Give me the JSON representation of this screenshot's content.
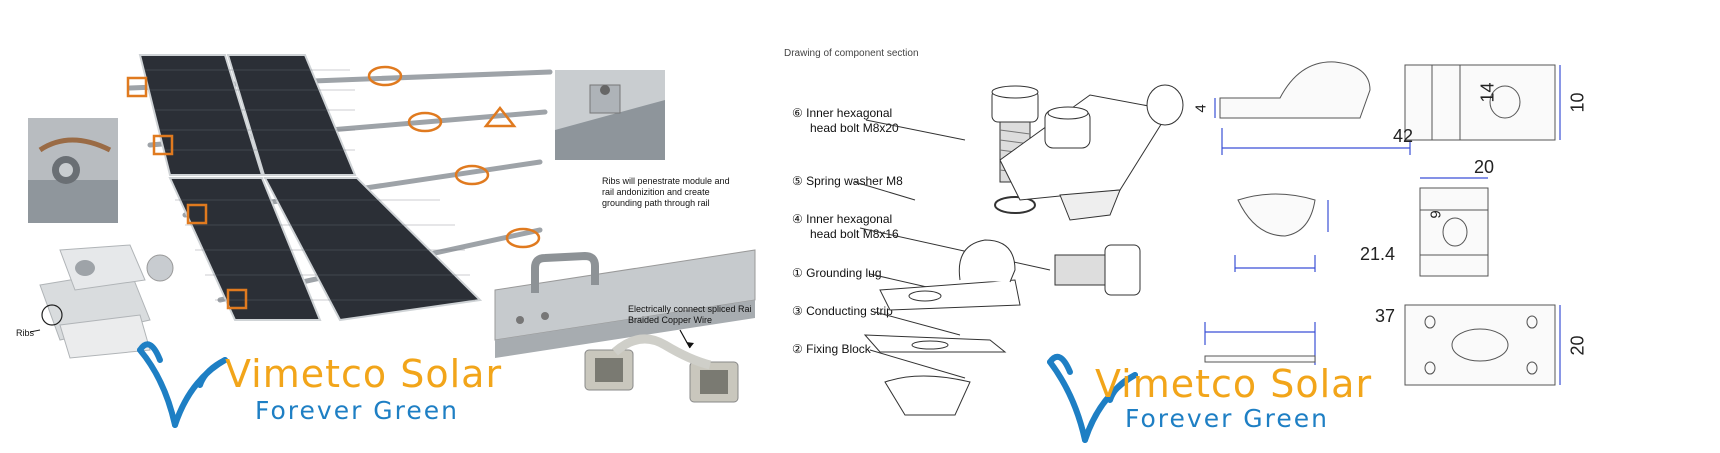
{
  "left_panel": {
    "ribs_label": "Ribs",
    "ribs_note": [
      "Ribs will penestrate module and",
      "rail andonizition and create",
      "grounding path through rail"
    ],
    "copper_note": [
      "Electrically connect spliced Rai",
      "Braided Copper Wire"
    ]
  },
  "right_panel": {
    "section_title": "Drawing of component section",
    "parts": [
      {
        "num": "⑥",
        "text_line1": "Inner hexagonal",
        "text_line2": "head bolt M8x20"
      },
      {
        "num": "⑤",
        "text_line1": "Spring washer M8",
        "text_line2": ""
      },
      {
        "num": "④",
        "text_line1": "Inner hexagonal",
        "text_line2": "head bolt M8x16"
      },
      {
        "num": "①",
        "text_line1": "Grounding lug",
        "text_line2": ""
      },
      {
        "num": "③",
        "text_line1": "Conducting strip",
        "text_line2": ""
      },
      {
        "num": "②",
        "text_line1": "Fixing Block",
        "text_line2": ""
      }
    ],
    "dimensions": {
      "lug_height": "14",
      "lug_thickness": "4",
      "lug_length": "42",
      "block_height": "9",
      "block_width": "21.4",
      "strip_length": "37",
      "top_view_height": "10",
      "mid_view_width": "20",
      "bottom_view_height": "20"
    }
  },
  "logos": [
    {
      "main": "Vimetco Solar",
      "sub": "Forever Green"
    },
    {
      "main": "Vimetco Solar",
      "sub": "Forever Green"
    }
  ],
  "colors": {
    "accent_orange": "#e07a1f",
    "logo_orange": "#f2a51a",
    "logo_blue": "#1e7fc4",
    "dim_blue": "#3a4fd6",
    "panel_dark": "#2b2f36"
  }
}
